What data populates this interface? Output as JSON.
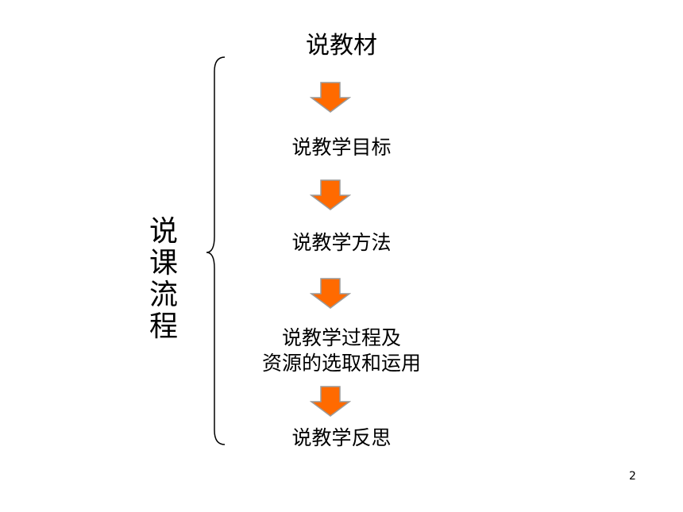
{
  "title_vertical": [
    "说",
    "课",
    "流",
    "程"
  ],
  "steps": [
    {
      "lines": [
        "说教材"
      ]
    },
    {
      "lines": [
        "说教学目标"
      ]
    },
    {
      "lines": [
        "说教学方法"
      ]
    },
    {
      "lines": [
        "说教学过程及",
        "资源的选取和运用"
      ]
    },
    {
      "lines": [
        "说教学反思"
      ]
    }
  ],
  "page_number": "2",
  "colors": {
    "arrow_fill": "#FF6A00",
    "arrow_outline": "#9A9A9A",
    "brace": "#000000"
  },
  "icons": {
    "arrow": "down-arrow-icon",
    "brace": "left-curly-brace"
  }
}
